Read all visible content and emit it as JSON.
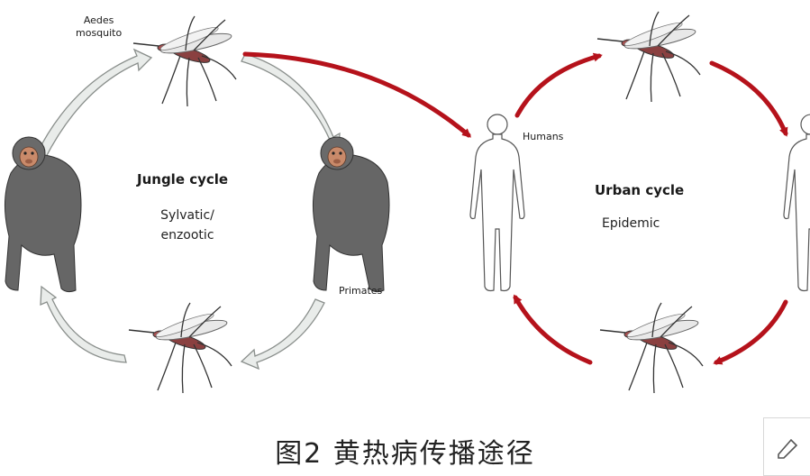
{
  "labels": {
    "aedes_mosquito": "Aedes\nmosquito",
    "jungle_title": "Jungle cycle",
    "jungle_sub": "Sylvatic/\nenzootic",
    "primates": "Primates",
    "humans": "Humans",
    "urban_title": "Urban cycle",
    "urban_sub": "Epidemic"
  },
  "caption": "图2   黄热病传播途径",
  "colors": {
    "jungle_arrow": "#e9ecea",
    "jungle_arrow_stroke": "#8a8f8c",
    "urban_arrow": "#b5121b",
    "primate_fur": "#666666",
    "primate_face": "#c98a6a"
  },
  "icons": {
    "corner": "edit-icon"
  }
}
